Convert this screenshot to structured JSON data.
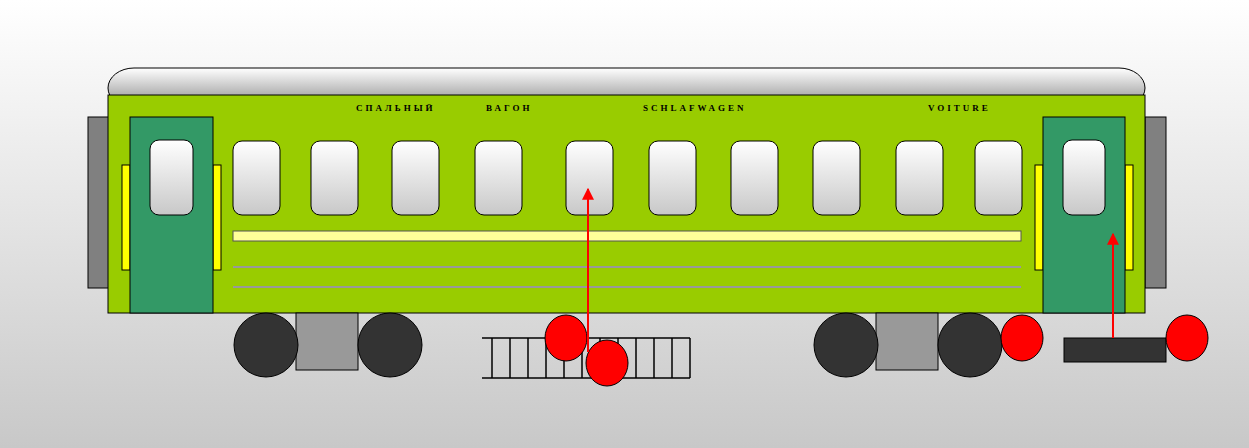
{
  "diagram": {
    "labels": [
      "СПАЛЬНЫЙ",
      "ВАГОН",
      "SCHLAFWAGEN",
      "VOITURE"
    ]
  }
}
